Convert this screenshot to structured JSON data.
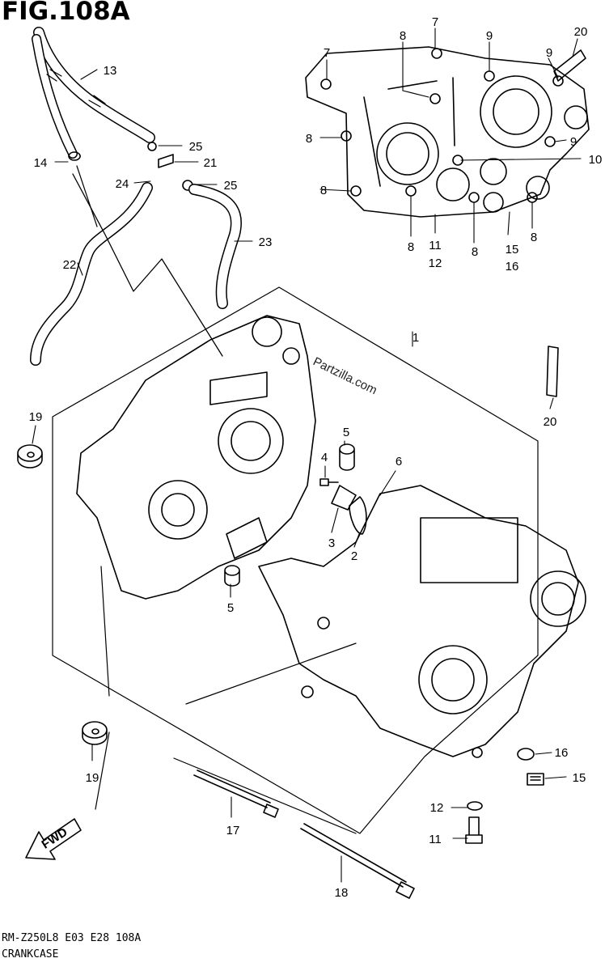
{
  "figure": {
    "title": "FIG.108A",
    "footer_code": "RM-Z250L8 E03 E28 108A",
    "footer_name": "CRANKCASE",
    "watermark": "Partzilla.com",
    "fwd_label": "FWD"
  },
  "callouts": [
    {
      "id": "c13a",
      "text": "13"
    },
    {
      "id": "c14",
      "text": "14"
    },
    {
      "id": "c25a",
      "text": "25"
    },
    {
      "id": "c21",
      "text": "21"
    },
    {
      "id": "c24",
      "text": "24"
    },
    {
      "id": "c25b",
      "text": "25"
    },
    {
      "id": "c22",
      "text": "22"
    },
    {
      "id": "c23",
      "text": "23"
    },
    {
      "id": "c7a",
      "text": "7"
    },
    {
      "id": "c7b",
      "text": "7"
    },
    {
      "id": "c8a",
      "text": "8"
    },
    {
      "id": "c9a",
      "text": "9"
    },
    {
      "id": "c9b",
      "text": "9"
    },
    {
      "id": "c20a",
      "text": "20"
    },
    {
      "id": "c8b",
      "text": "8"
    },
    {
      "id": "c9c",
      "text": "9"
    },
    {
      "id": "c10",
      "text": "10"
    },
    {
      "id": "c8c",
      "text": "8"
    },
    {
      "id": "c8d",
      "text": "8"
    },
    {
      "id": "c11a",
      "text": "11"
    },
    {
      "id": "c12a",
      "text": "12"
    },
    {
      "id": "c8e",
      "text": "8"
    },
    {
      "id": "c15a",
      "text": "15"
    },
    {
      "id": "c16a",
      "text": "16"
    },
    {
      "id": "c8f",
      "text": "8"
    },
    {
      "id": "c1",
      "text": "1"
    },
    {
      "id": "c20b",
      "text": "20"
    },
    {
      "id": "c19a",
      "text": "19"
    },
    {
      "id": "c5a",
      "text": "5"
    },
    {
      "id": "c4",
      "text": "4"
    },
    {
      "id": "c6",
      "text": "6"
    },
    {
      "id": "c3",
      "text": "3"
    },
    {
      "id": "c2",
      "text": "2"
    },
    {
      "id": "c5b",
      "text": "5"
    },
    {
      "id": "c19b",
      "text": "19"
    },
    {
      "id": "c16b",
      "text": "16"
    },
    {
      "id": "c15b",
      "text": "15"
    },
    {
      "id": "c12b",
      "text": "12"
    },
    {
      "id": "c17",
      "text": "17"
    },
    {
      "id": "c11b",
      "text": "11"
    },
    {
      "id": "c18",
      "text": "18"
    }
  ]
}
